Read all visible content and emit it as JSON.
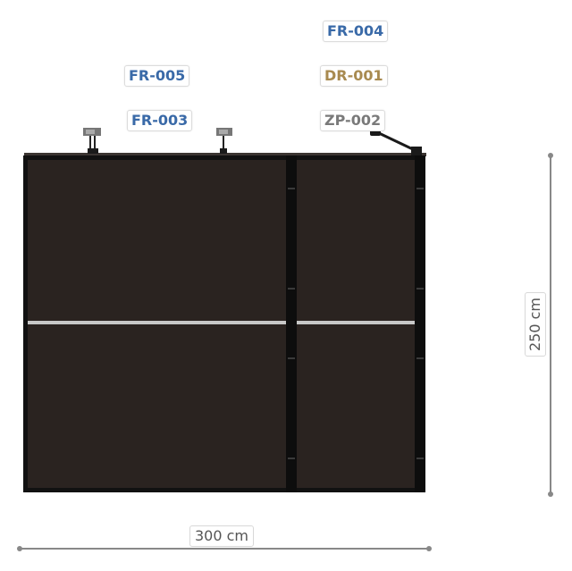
{
  "tags": {
    "fr004": {
      "text": "FR-004",
      "color": "#3a6aa8"
    },
    "fr005": {
      "text": "FR-005",
      "color": "#3a6aa8"
    },
    "dr001": {
      "text": "DR-001",
      "color": "#a88a50"
    },
    "fr003": {
      "text": "FR-003",
      "color": "#3a6aa8"
    },
    "zp002": {
      "text": "ZP-002",
      "color": "#7a7a7a"
    }
  },
  "dimensions": {
    "width": "300 cm",
    "height": "250 cm"
  },
  "colors": {
    "panel": "#2a2320",
    "frame": "#111111",
    "rail": "#c8c8c8",
    "dimension_line": "#888888"
  }
}
